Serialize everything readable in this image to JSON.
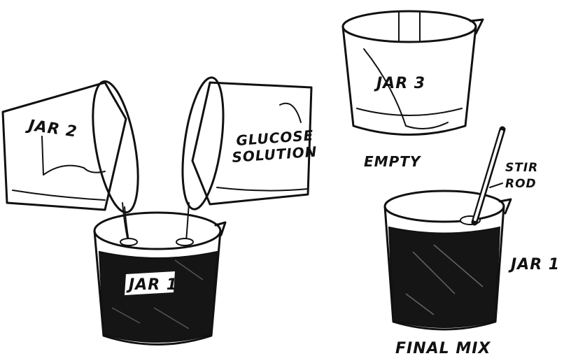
{
  "labels": {
    "jar2": "JAR 2",
    "glucose_line1": "GLUCOSE",
    "glucose_line2": "SOLUTION",
    "jar1_pouring": "JAR 1",
    "jar3": "JAR 3",
    "empty": "EMPTY",
    "stir_line1": "STIR",
    "stir_line2": "ROD",
    "jar1_final": "JAR 1",
    "final_mix": "FINAL MIX"
  },
  "colors": {
    "ink": "#111111",
    "background": "#ffffff"
  }
}
